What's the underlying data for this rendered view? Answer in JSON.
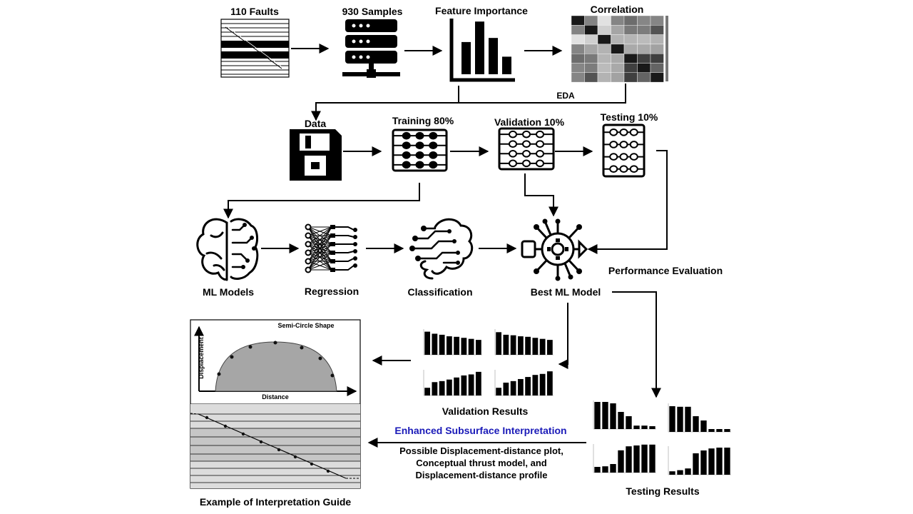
{
  "labels": {
    "faults": "110 Faults",
    "samples": "930 Samples",
    "feature_importance": "Feature Importance",
    "correlation": "Correlation",
    "eda": "EDA",
    "data": "Data",
    "training": "Training 80%",
    "validation": "Validation 10%",
    "testing": "Testing 10%",
    "ml_models": "ML Models",
    "regression": "Regression",
    "classification": "Classification",
    "best_model": "Best ML Model",
    "performance": "Performance Evaluation",
    "semi_circle": "Semi-Circle Shape",
    "displacement": "Displacement",
    "distance": "Distance",
    "validation_results": "Validation Results",
    "testing_results": "Testing Results",
    "enhanced": "Enhanced Subsurface Interpretation",
    "possible_line1": "Possible Displacement-distance plot,",
    "possible_line2": "Conceptual thrust model, and",
    "possible_line3": "Displacement-distance profile",
    "guide": "Example of Interpretation Guide"
  },
  "colors": {
    "accent_blue": "#1a1ab8",
    "heatmap_dark": "#1a1a1a",
    "semicircle": "#a6a6a6"
  },
  "feature_importance_bars": [
    0.55,
    0.9,
    0.62,
    0.3
  ],
  "correlation_matrix": [
    [
      1,
      0.38,
      -0.17,
      0.37,
      0.51,
      0.36,
      0.37
    ],
    [
      0.38,
      1,
      -0.063,
      0.18,
      0.44,
      0.42,
      0.66
    ],
    [
      -0.17,
      -0.063,
      1,
      0.099,
      0.084,
      0.054,
      0.1
    ],
    [
      0.37,
      0.18,
      0.099,
      1,
      0.16,
      0.16,
      0.2
    ],
    [
      0.51,
      0.44,
      0.084,
      0.16,
      1,
      0.77,
      0.78
    ],
    [
      0.36,
      0.42,
      0.054,
      0.16,
      0.77,
      1,
      0.56
    ],
    [
      0.37,
      0.66,
      0.1,
      0.2,
      0.78,
      0.56,
      1
    ]
  ],
  "validation_charts": [
    [
      0.9,
      0.82,
      0.78,
      0.72,
      0.7,
      0.66,
      0.62,
      0.58
    ],
    [
      0.88,
      0.78,
      0.76,
      0.72,
      0.7,
      0.66,
      0.62,
      0.58
    ],
    [
      0.3,
      0.52,
      0.56,
      0.62,
      0.7,
      0.78,
      0.82,
      0.92
    ],
    [
      0.3,
      0.5,
      0.56,
      0.64,
      0.72,
      0.8,
      0.84,
      0.94
    ]
  ],
  "testing_charts": [
    [
      0.95,
      0.95,
      0.9,
      0.6,
      0.45,
      0.12,
      0.12,
      0.1
    ],
    [
      0.9,
      0.88,
      0.88,
      0.55,
      0.4,
      0.1,
      0.1,
      0.1
    ],
    [
      0.2,
      0.22,
      0.3,
      0.78,
      0.92,
      0.95,
      0.98,
      0.98
    ],
    [
      0.12,
      0.16,
      0.22,
      0.75,
      0.85,
      0.92,
      0.95,
      0.95
    ]
  ]
}
